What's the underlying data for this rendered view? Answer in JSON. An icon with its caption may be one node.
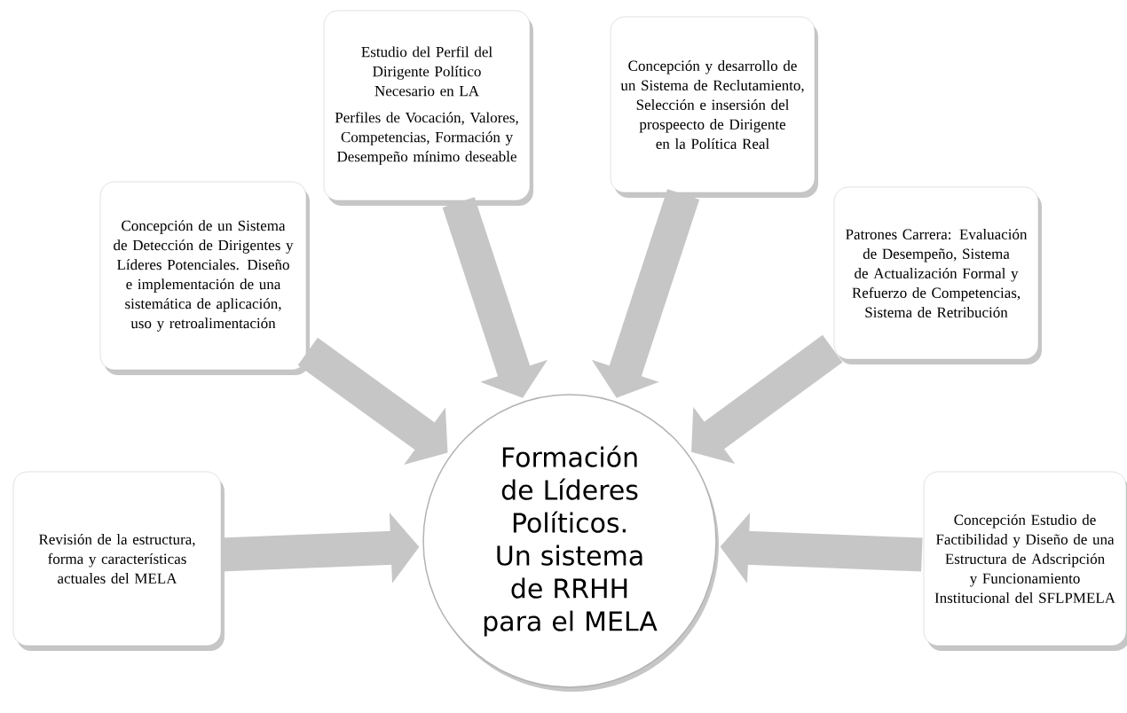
{
  "diagram": {
    "nodes": [
      {
        "text": [
          "Estudio del Perfil del Dirigente Político Necesario en LA",
          "Perfiles de Vocación, Valores, Competencias, Formación y Desempeño mínimo deseable"
        ]
      },
      {
        "text": [
          "Concepción y desarrollo de un Sistema de Reclutamiento, Selección e insersión del prospeecto de Dirigente en la Política Real"
        ]
      },
      {
        "text": [
          "Concepción de un Sistema de Detección de Dirigentes y Líderes Potenciales. Diseño e implementación de una sistemática de aplicación, uso y retroalimentación"
        ]
      },
      {
        "text": [
          "Patrones Carrera: Evaluación de Desempeño, Sistema de Actualización Formal y Refuerzo de Competencias, Sistema de Retribución"
        ]
      },
      {
        "text": [
          "Revisión de la estructura, forma y características actuales del MELA"
        ]
      },
      {
        "text": [
          "Formación de Líderes Políticos. Un sistema de RRHH para el MELA"
        ]
      },
      {
        "text": [
          "Concepción Estudio de Factibilidad y Diseño de una Estructura de Adscripción y Funcionamiento Institucional del SFLPMELA"
        ]
      }
    ],
    "edges": [
      {
        "from": 0,
        "to": 5,
        "arrow": "to"
      },
      {
        "from": 1,
        "to": 5,
        "arrow": "to"
      },
      {
        "from": 2,
        "to": 5,
        "arrow": "to"
      },
      {
        "from": 3,
        "to": 5,
        "arrow": "to"
      },
      {
        "from": 4,
        "to": 5,
        "arrow": "to"
      },
      {
        "from": 6,
        "to": 5,
        "arrow": "to"
      }
    ]
  }
}
